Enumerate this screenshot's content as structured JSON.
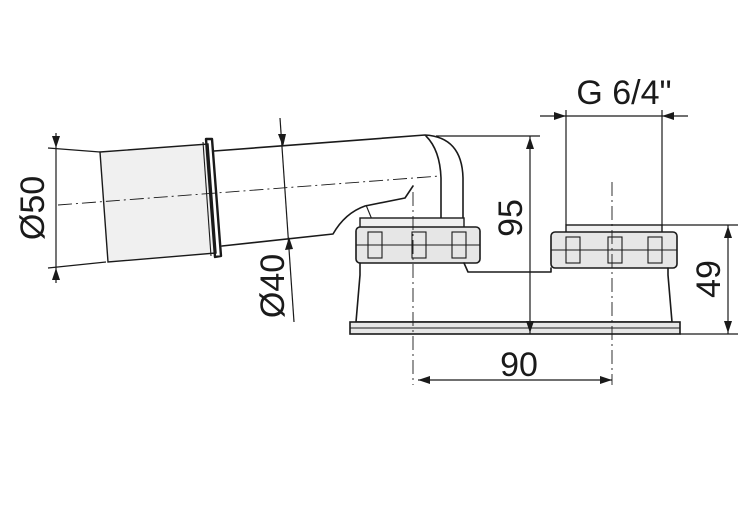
{
  "labels": {
    "outlet_diameter": "Ø50",
    "inner_diameter": "Ø40",
    "thread": "G 6/4\"",
    "height": "95",
    "spacing": "90",
    "nut_height": "49"
  }
}
